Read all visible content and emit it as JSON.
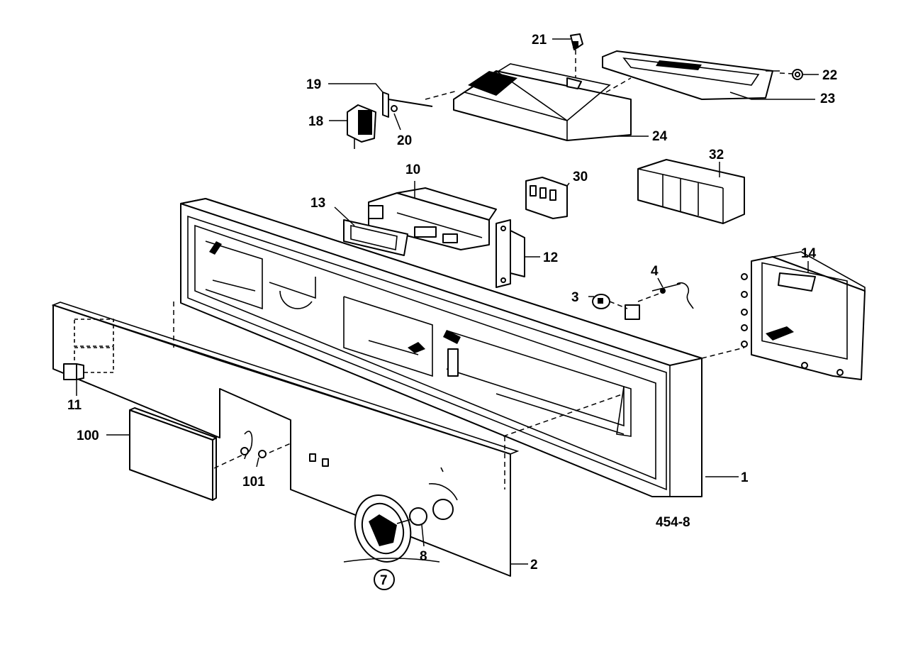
{
  "diagram": {
    "figure_code": "454-8",
    "callouts": {
      "c1": "1",
      "c2": "2",
      "c3": "3",
      "c4": "4",
      "c7": "7",
      "c8": "8",
      "c10": "10",
      "c11": "11",
      "c12": "12",
      "c13": "13",
      "c14": "14",
      "c18": "18",
      "c19": "19",
      "c20": "20",
      "c21": "21",
      "c22": "22",
      "c23": "23",
      "c24": "24",
      "c30": "30",
      "c32": "32",
      "c100": "100",
      "c101": "101"
    }
  }
}
